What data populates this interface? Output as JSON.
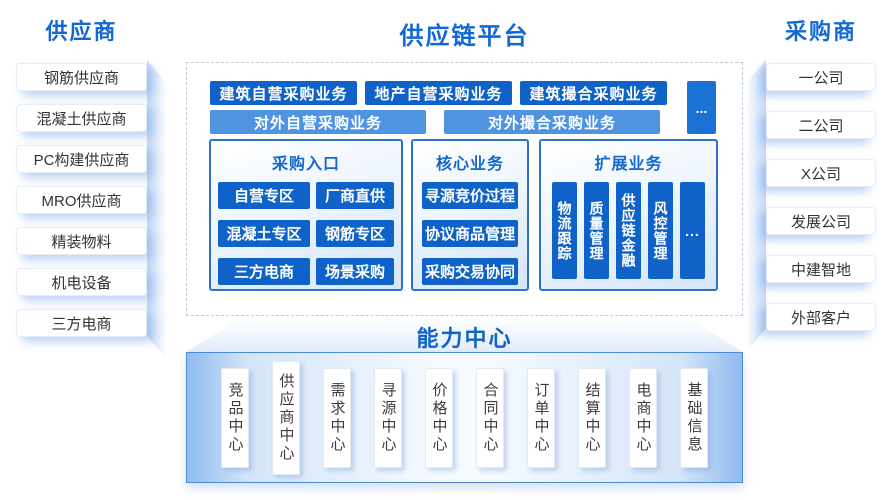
{
  "suppliers": {
    "title": "供应商",
    "items": [
      "钢筋供应商",
      "混凝土供应商",
      "PC构建供应商",
      "MRO供应商",
      "精装物料",
      "机电设备",
      "三方电商"
    ]
  },
  "buyers": {
    "title": "采购商",
    "items": [
      "一公司",
      "二公司",
      "X公司",
      "发展公司",
      "中建智地",
      "外部客户"
    ]
  },
  "platform": {
    "title": "供应链平台",
    "business_row1": [
      "建筑自营采购业务",
      "地产自营采购业务",
      "建筑撮合采购业务"
    ],
    "business_row2": [
      "对外自营采购业务",
      "对外撮合采购业务"
    ],
    "more_label": "...",
    "panels": {
      "entry": {
        "title": "采购入口",
        "items": [
          "自营专区",
          "厂商直供",
          "混凝土专区",
          "钢筋专区",
          "三方电商",
          "场景采购"
        ]
      },
      "core": {
        "title": "核心业务",
        "items": [
          "寻源竞价过程",
          "协议商品管理",
          "采购交易协同"
        ]
      },
      "extended": {
        "title": "扩展业务",
        "items": [
          "物流跟踪",
          "质量管理",
          "供应链金融",
          "风控管理"
        ],
        "more_label": "..."
      }
    }
  },
  "capability": {
    "title": "能力中心",
    "items": [
      "竞品中心",
      "供应商中心",
      "需求中心",
      "寻源中心",
      "价格中心",
      "合同中心",
      "订单中心",
      "结算中心",
      "电商中心",
      "基础信息"
    ]
  },
  "colors": {
    "accent_blue": "#1269d3",
    "chip_dark_blue": "#0f63c8",
    "chip_light_blue": "#4f93e1",
    "more_box_blue": "#1a73d4",
    "panel_border": "#2d72c8",
    "capability_edge": "#8fbbee",
    "text_dark": "#333333",
    "text_white": "#ffffff"
  }
}
